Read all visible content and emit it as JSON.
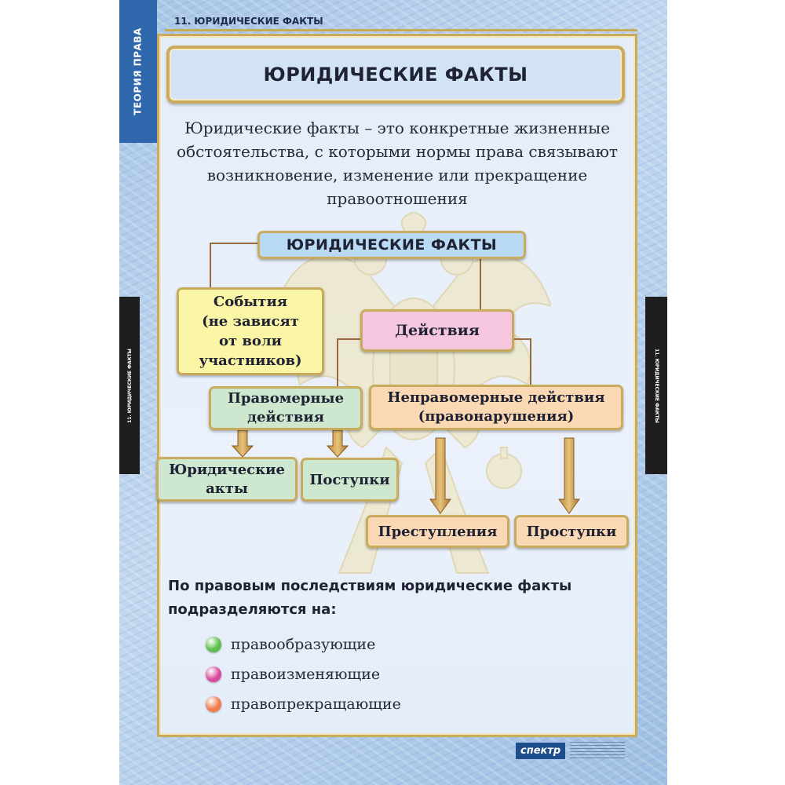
{
  "poster": {
    "side_label": "ТЕОРИЯ ПРАВА",
    "header_label": "11. ЮРИДИЧЕСКИЕ ФАКТЫ",
    "strip_left_label": "11. ЮРИДИЧЕСКИЕ ФАКТЫ",
    "strip_right_label": "11. ЮРИДИЧЕСКИЕ ФАКТЫ",
    "title": "ЮРИДИЧЕСКИЕ ФАКТЫ",
    "definition": "Юридические факты – это конкретные жизненные обстоятельства, с которыми нормы права связывают возникновение, изменение или прекращение правоотношения",
    "publisher": "спектр"
  },
  "diagram": {
    "root": "ЮРИДИЧЕСКИЕ ФАКТЫ",
    "events": "События\n(не зависят\nот воли\nучастников)",
    "actions": "Действия",
    "lawful": "Правомерные\nдействия",
    "unlawful": "Неправомерные действия\n(правонарушения)",
    "legal_acts": "Юридические\nакты",
    "deeds": "Поступки",
    "crimes": "Преступления",
    "misdemeanors": "Проступки"
  },
  "consequences": {
    "intro": "По правовым последствиям юридические факты подразделяются на:",
    "items": [
      {
        "label": "правообразующие",
        "color": "#5cbf4a"
      },
      {
        "label": "правоизменяющие",
        "color": "#d94a9a"
      },
      {
        "label": "правопрекращающие",
        "color": "#f07a4a"
      }
    ]
  },
  "colors": {
    "poster_blue": "#a9c6e6",
    "panel": "#e4edf9",
    "gold_border": "#c9ab5e",
    "side_tab": "#2f67ad",
    "root_fill": "#b9d9f5",
    "events_fill": "#fbf6a6",
    "actions_fill": "#f6c6df",
    "lawful_fill": "#cde8cf",
    "unlawful_fill": "#fad8b4"
  }
}
